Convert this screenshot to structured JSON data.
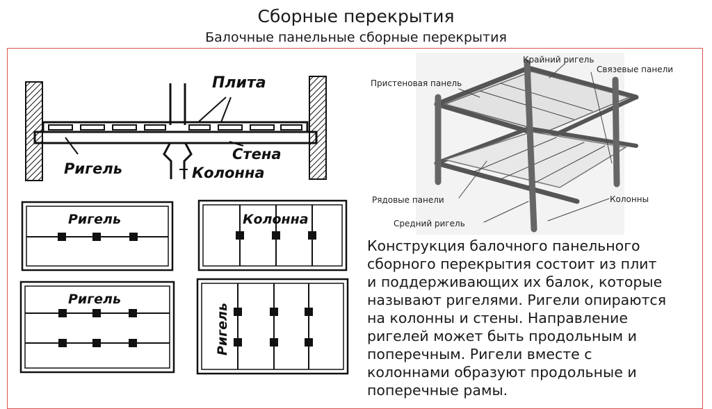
{
  "slide": {
    "title": "Сборные перекрытия",
    "subtitle": "Балочные панельные сборные перекрытия"
  },
  "section_diagram": {
    "label_slab": "Плита",
    "label_beam": "Ригель",
    "label_wall": "Стена",
    "label_column": "Колонна"
  },
  "plans": {
    "plan1_label": "Ригель",
    "plan2_label": "Колонна",
    "plan3_label": "Ригель",
    "plan4_label": "Ригель"
  },
  "frame_illustration": {
    "label_edge_beam": "Крайний ригель",
    "label_tie_panels": "Связевые панели",
    "label_wall_panel": "Пристеновая панель",
    "label_row_panels": "Рядовые панели",
    "label_columns": "Колонны",
    "label_middle_beam": "Средний ригель"
  },
  "description": {
    "lines": [
      "Конструкция балочного панельного",
      "сборного перекрытия состоит из плит",
      "и поддерживающих их балок, которые",
      "называют ригелями. Ригели опираются",
      "на колонны и стены.  Направление",
      "ригелей может быть продольным и",
      "поперечным. Ригели вместе с",
      "колоннами образуют продольные и",
      "поперечные рамы."
    ]
  }
}
